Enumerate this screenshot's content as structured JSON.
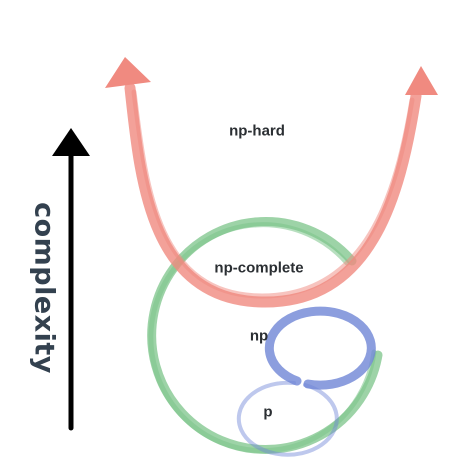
{
  "axis": {
    "label": "complexity"
  },
  "regions": {
    "np_hard": "np-hard",
    "np_complete": "np-complete",
    "np": "np",
    "p": "p"
  },
  "colors": {
    "np_hard": "#f08a80",
    "np": "#7cc48a",
    "p": "#6f86d6",
    "axis": "#000000",
    "text": "#2b2f33"
  }
}
